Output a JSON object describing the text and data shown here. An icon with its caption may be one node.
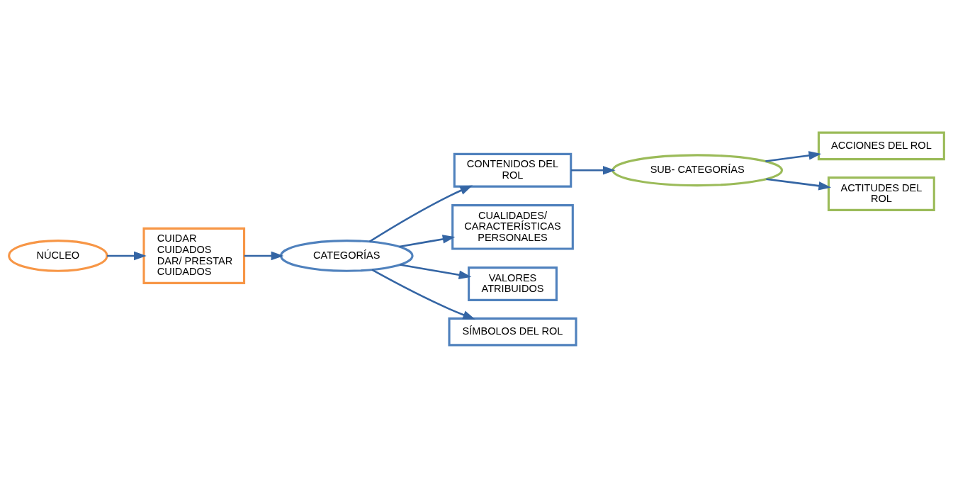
{
  "diagram": {
    "nodes": [
      {
        "text": [
          "NÚCLEO"
        ]
      },
      {
        "text": [
          "CUIDAR",
          "CUIDADOS",
          "DAR/ PRESTAR CUIDADOS"
        ]
      },
      {
        "text": [
          "CATEGORÍAS"
        ]
      },
      {
        "text": [
          "CONTENIDOS DEL ROL"
        ]
      },
      {
        "text": [
          "SUB- CATEGORÍAS"
        ]
      },
      {
        "text": [
          "ACCIONES DEL ROL"
        ]
      },
      {
        "text": [
          "ACTITUDES DEL ROL"
        ]
      },
      {
        "text": [
          "CUALIDADES/ CARACTERÍSTICAS PERSONALES"
        ]
      },
      {
        "text": [
          "VALORES ATRIBUIDOS"
        ]
      },
      {
        "text": [
          "SÍMBOLOS DEL ROL"
        ]
      }
    ],
    "edges": [
      {
        "from": 0,
        "to": 1,
        "arrow": "to"
      },
      {
        "from": 1,
        "to": 2,
        "arrow": "to"
      },
      {
        "from": 2,
        "to": 3,
        "arrow": "to"
      },
      {
        "from": 3,
        "to": 4,
        "arrow": "to"
      },
      {
        "from": 4,
        "to": 5,
        "arrow": "to"
      },
      {
        "from": 4,
        "to": 6,
        "arrow": "to"
      },
      {
        "from": 2,
        "to": 7,
        "arrow": "to"
      },
      {
        "from": 2,
        "to": 8,
        "arrow": "to"
      },
      {
        "from": 2,
        "to": 9,
        "arrow": "to"
      }
    ]
  }
}
